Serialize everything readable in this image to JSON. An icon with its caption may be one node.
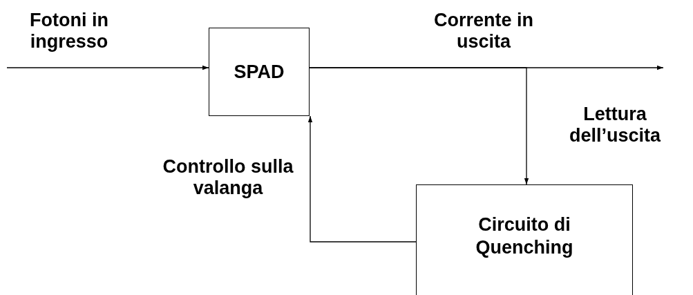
{
  "diagram": {
    "nodes": [
      {
        "text": [
          "SPAD"
        ]
      },
      {
        "text": [
          "Circuito di Quenching"
        ]
      }
    ],
    "edges": [
      {
        "from": null,
        "to": 0,
        "arrow": "to",
        "label": "Fotoni in ingresso"
      },
      {
        "from": 0,
        "to": null,
        "arrow": "to",
        "label": "Corrente in uscita"
      },
      {
        "from": 0,
        "to": 1,
        "arrow": "to",
        "label": "Lettura dell’uscita"
      },
      {
        "from": 1,
        "to": 0,
        "arrow": "to",
        "label": "Controllo sulla valanga"
      }
    ]
  }
}
